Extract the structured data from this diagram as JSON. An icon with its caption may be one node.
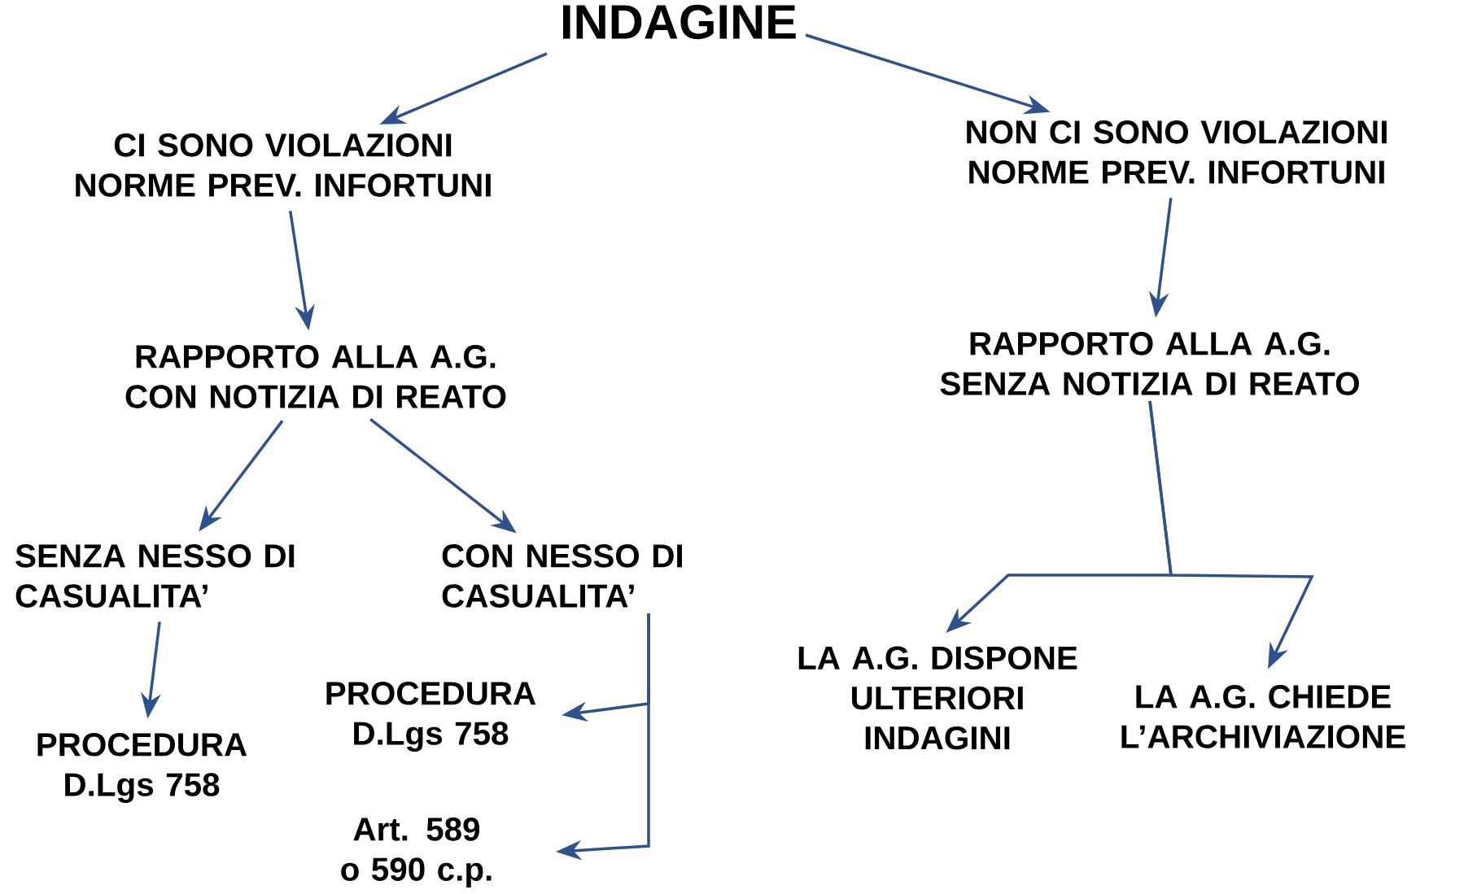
{
  "diagram": {
    "title": "INDAGINE",
    "nodes": [
      {
        "text": [
          "CI SONO VIOLAZIONI NORME PREV. INFORTUNI"
        ]
      },
      {
        "text": [
          "NON CI SONO VIOLAZIONI NORME PREV. INFORTUNI"
        ]
      },
      {
        "text": [
          "RAPPORTO ALLA A.G. CON NOTIZIA DI REATO"
        ]
      },
      {
        "text": [
          "RAPPORTO ALLA A.G. SENZA NOTIZIA DI REATO"
        ]
      },
      {
        "text": [
          "SENZA NESSO DI CASUALITA’"
        ]
      },
      {
        "text": [
          "CON NESSO DI CASUALITA’"
        ]
      },
      {
        "text": [
          "PROCEDURA D.Lgs 758"
        ]
      },
      {
        "text": [
          "PROCEDURA D.Lgs 758"
        ]
      },
      {
        "text": [
          "Art. 589 o 590 c.p."
        ]
      },
      {
        "text": [
          "LA A.G. DISPONE ULTERIORI INDAGINI"
        ]
      },
      {
        "text": [
          "LA A.G. CHIEDE L’ARCHIVIAZIONE"
        ]
      }
    ],
    "edges": [
      {
        "from": null,
        "to": 0,
        "arrow": "to"
      },
      {
        "from": null,
        "to": 1,
        "arrow": "to"
      },
      {
        "from": 0,
        "to": 2,
        "arrow": "to"
      },
      {
        "from": 1,
        "to": 3,
        "arrow": "to"
      },
      {
        "from": 2,
        "to": 4,
        "arrow": "to"
      },
      {
        "from": 2,
        "to": 5,
        "arrow": "to"
      },
      {
        "from": 4,
        "to": 6,
        "arrow": "to"
      },
      {
        "from": 5,
        "to": 7,
        "arrow": "to"
      },
      {
        "from": 5,
        "to": 8,
        "arrow": "to"
      },
      {
        "from": 3,
        "to": 9,
        "arrow": "to"
      },
      {
        "from": 3,
        "to": 10,
        "arrow": "to"
      }
    ]
  }
}
